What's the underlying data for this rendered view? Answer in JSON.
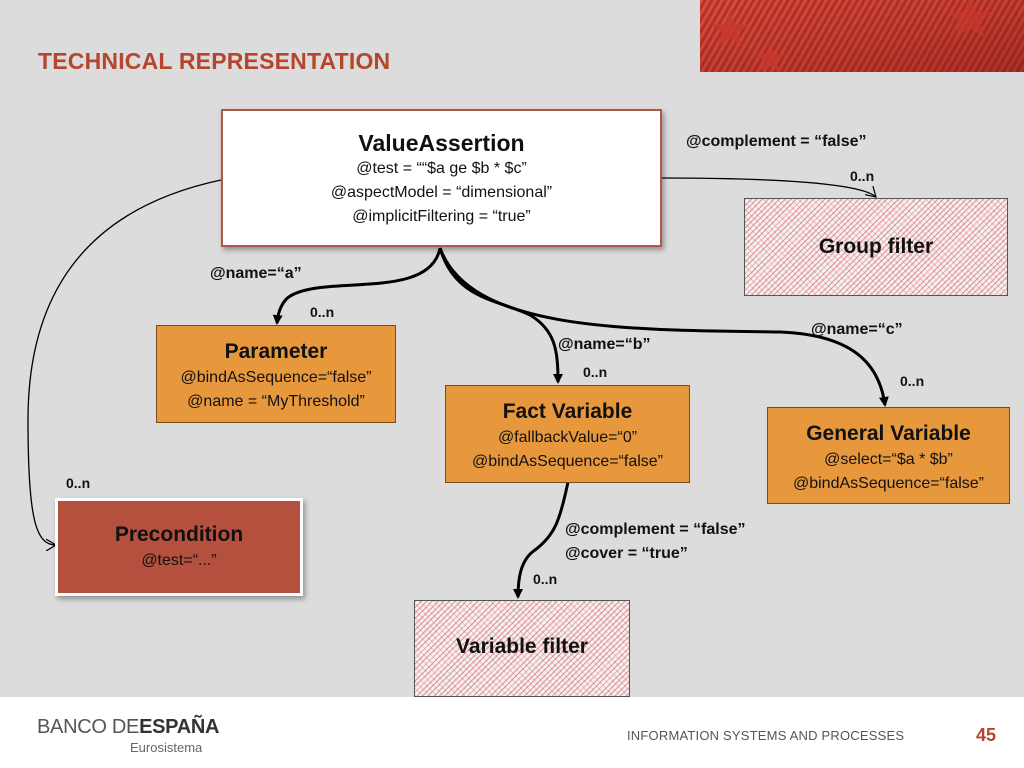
{
  "slide": {
    "title": "TECHNICAL REPRESENTATION",
    "accent_color": "#b5452c"
  },
  "boxes": {
    "value_assertion": {
      "title": "ValueAssertion",
      "lines": [
        "@test = ““$a   ge   $b * $c”",
        "@aspectModel = “dimensional”",
        "@implicitFiltering = “true”"
      ]
    },
    "group_filter": {
      "title": "Group filter"
    },
    "parameter": {
      "title": "Parameter",
      "lines": [
        "@bindAsSequence=“false”",
        "@name = “MyThreshold”"
      ]
    },
    "fact_variable": {
      "title": "Fact Variable",
      "lines": [
        "@fallbackValue=“0”",
        "@bindAsSequence=“false”"
      ]
    },
    "general_variable": {
      "title": "General Variable",
      "lines": [
        "@select=“$a * $b”",
        "@bindAsSequence=“false”"
      ]
    },
    "precondition": {
      "title": "Precondition",
      "lines": [
        "@test=“...”"
      ]
    },
    "variable_filter": {
      "title": "Variable filter"
    }
  },
  "labels": {
    "complement_group": "@complement = “false”",
    "name_a": "@name=“a”",
    "name_b": "@name=“b”",
    "name_c": "@name=“c”",
    "complement_var": "@complement = “false”",
    "cover_var": "@cover = “true”"
  },
  "cardinalities": {
    "group_filter": "0..n",
    "parameter": "0..n",
    "fact_variable": "0..n",
    "general_variable": "0..n",
    "precondition": "0..n",
    "variable_filter": "0..n"
  },
  "footer": {
    "logo_left": "BANCO DE",
    "logo_bold": "ESPAÑA",
    "logo_sub": "Eurosistema",
    "section": "INFORMATION SYSTEMS AND PROCESSES",
    "page_number": "45"
  }
}
